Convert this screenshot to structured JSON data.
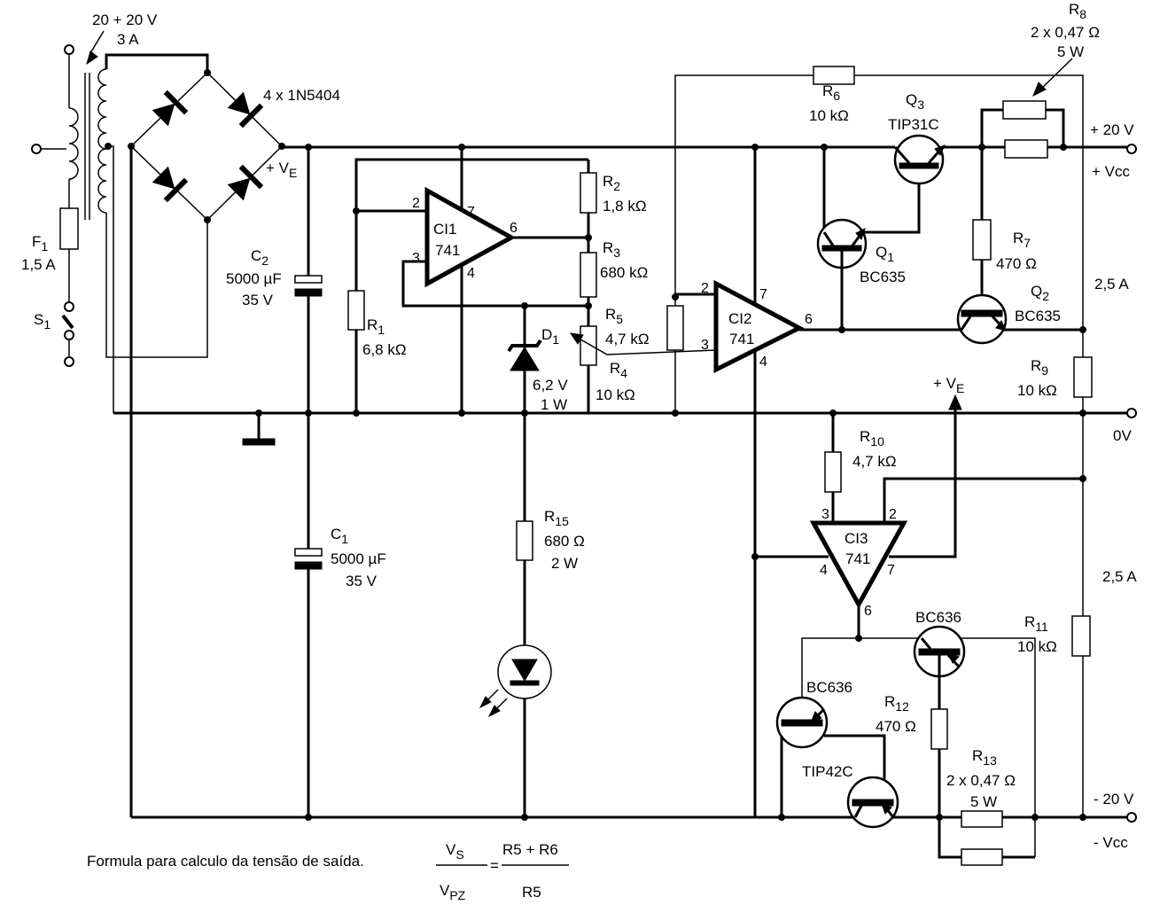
{
  "transformer": {
    "rating_v": "20 + 20 V",
    "rating_a": "3 A"
  },
  "fuse": {
    "ref": "F1",
    "value": "1,5 A"
  },
  "switch": {
    "ref": "S1"
  },
  "bridge": {
    "value": "4 x 1N5404",
    "node_label": "+ VE"
  },
  "C2": {
    "ref": "C2",
    "value": "5000 µF",
    "voltage": "35 V"
  },
  "C1": {
    "ref": "C1",
    "value": "5000 µF",
    "voltage": "35 V"
  },
  "R1": {
    "ref": "R1",
    "value": "6,8 kΩ"
  },
  "R2": {
    "ref": "R2",
    "value": "1,8 kΩ"
  },
  "R3": {
    "ref": "R3",
    "value": "680 kΩ"
  },
  "R4": {
    "ref": "R4",
    "value": "10 kΩ"
  },
  "R5": {
    "ref": "R5",
    "value": "4,7 kΩ"
  },
  "R6": {
    "ref": "R6",
    "value": "10 kΩ"
  },
  "R7": {
    "ref": "R7",
    "value": "470 Ω"
  },
  "R8": {
    "ref": "R8",
    "value": "2 x 0,47 Ω",
    "power": "5 W"
  },
  "R9": {
    "ref": "R9",
    "value": "10 kΩ"
  },
  "R10": {
    "ref": "R10",
    "value": "4,7 kΩ"
  },
  "R11": {
    "ref": "R11",
    "value": "10 kΩ"
  },
  "R12": {
    "ref": "R12",
    "value": "470 Ω"
  },
  "R13": {
    "ref": "R13",
    "value": "2 x 0,47 Ω",
    "power": "5 W"
  },
  "R15": {
    "ref": "R15",
    "value": "680 Ω",
    "power": "2 W"
  },
  "D1": {
    "ref": "D1",
    "value": "6,2 V",
    "power": "1 W"
  },
  "CI1": {
    "ref": "CI1",
    "type": "741",
    "pins": [
      "2",
      "3",
      "7",
      "4",
      "6"
    ]
  },
  "CI2": {
    "ref": "CI2",
    "type": "741",
    "pins": [
      "2",
      "3",
      "7",
      "4",
      "6"
    ]
  },
  "CI3": {
    "ref": "CI3",
    "type": "741",
    "pins": [
      "3",
      "2",
      "4",
      "7",
      "6"
    ]
  },
  "Q1": {
    "ref": "Q1",
    "type": "BC635"
  },
  "Q2": {
    "ref": "Q2",
    "type": "BC635"
  },
  "Q3": {
    "ref": "Q3",
    "type": "TIP31C"
  },
  "Q4": {
    "type": "BC636"
  },
  "Q5": {
    "type": "BC636"
  },
  "Q6": {
    "type": "TIP42C"
  },
  "outputs": {
    "pos_v": "+ 20 V",
    "pos_name": "+ Vcc",
    "current_pos": "2,5 A",
    "zero": "0V",
    "current_neg": "2,5 A",
    "neg_v": "- 20 V",
    "neg_name": "- Vcc",
    "ve_label": "+ VE"
  },
  "formula": {
    "caption": "Formula para calculo da tensão de saída.",
    "lhs_num": "VS",
    "lhs_den": "VPZ",
    "equals": "=",
    "rhs_num": "R5 + R6",
    "rhs_den": "R5"
  }
}
